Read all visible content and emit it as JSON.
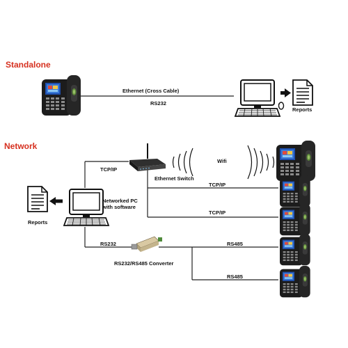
{
  "sections": {
    "standalone": "Standalone",
    "network": "Network"
  },
  "standalone": {
    "link_top": "Ethernet  (Cross Cable)",
    "link_bottom": "RS232",
    "reports": "Reports"
  },
  "network": {
    "tcpip_router": "TCP/IP",
    "ethernet_switch": "Ethernet Switch",
    "wifi": "Wifi",
    "tcpip_1": "TCP/IP",
    "tcpip_2": "TCP/IP",
    "pc_line1": "Networked PC",
    "pc_line2": "with software",
    "reports": "Reports",
    "rs232": "RS232",
    "converter": "RS232/RS485 Converter",
    "rs485_1": "RS485",
    "rs485_2": "RS485"
  },
  "colors": {
    "section_title": "#d6301f",
    "device_body": "#1c1c1c",
    "device_screen": "#2b5fc9",
    "sensor": "#3a3a3a"
  },
  "icons": [
    "attendance-terminal",
    "computer",
    "document",
    "mouse",
    "router",
    "wifi-waves",
    "converter",
    "arrow"
  ]
}
